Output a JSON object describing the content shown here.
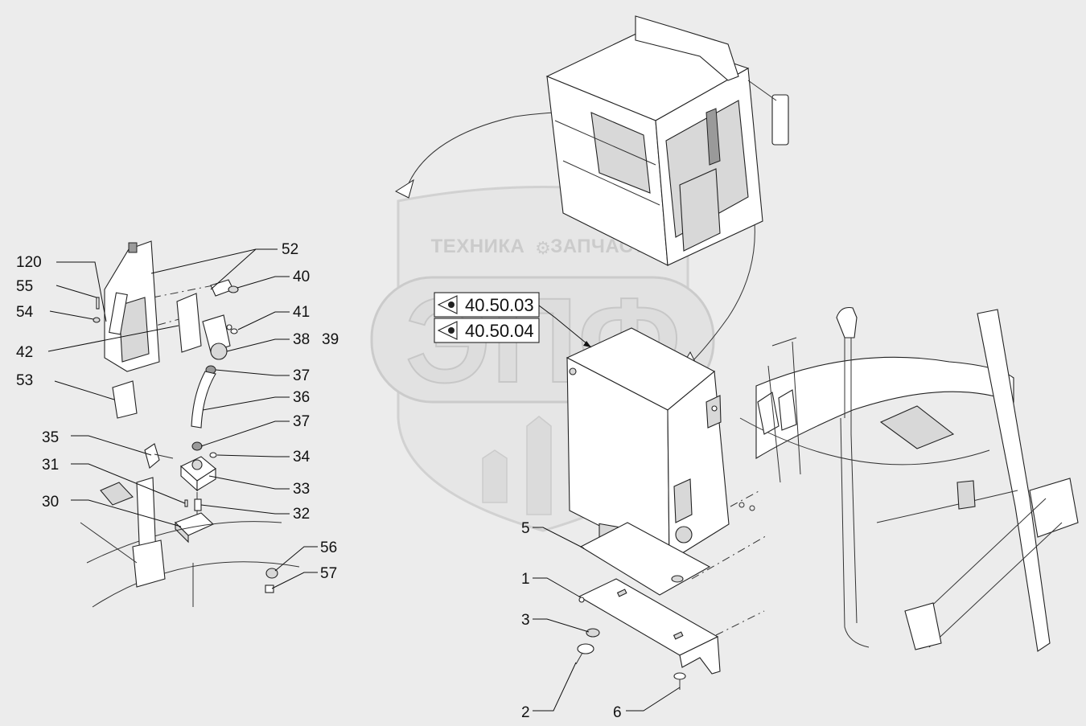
{
  "watermark": {
    "left_word": "ТЕХНИКА",
    "right_word": "ЗАПЧАСТИ",
    "monogram": "ЭПФ"
  },
  "references": [
    {
      "code": "40.50.03"
    },
    {
      "code": "40.50.04"
    }
  ],
  "callouts": [
    {
      "label": "120"
    },
    {
      "label": "55"
    },
    {
      "label": "54"
    },
    {
      "label": "42"
    },
    {
      "label": "53"
    },
    {
      "label": "52"
    },
    {
      "label": "40"
    },
    {
      "label": "41"
    },
    {
      "label": "38"
    },
    {
      "label": "39"
    },
    {
      "label": "37"
    },
    {
      "label": "36"
    },
    {
      "label": "37"
    },
    {
      "label": "34"
    },
    {
      "label": "35"
    },
    {
      "label": "31"
    },
    {
      "label": "33"
    },
    {
      "label": "32"
    },
    {
      "label": "30"
    },
    {
      "label": "56"
    },
    {
      "label": "57"
    },
    {
      "label": "5"
    },
    {
      "label": "1"
    },
    {
      "label": "3"
    },
    {
      "label": "2"
    },
    {
      "label": "6"
    }
  ],
  "colors": {
    "background": "#ececec",
    "line": "#222222",
    "watermark": "#c8c8c8"
  }
}
